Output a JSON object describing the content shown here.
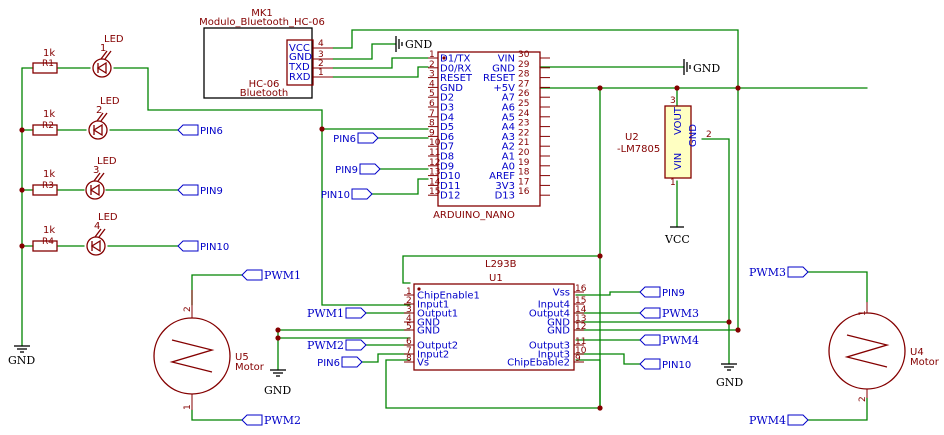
{
  "bluetooth": {
    "ref": "MK1",
    "value": "Modulo_Bluetooth_HC-06",
    "name1": "HC-06",
    "name2": "Bluetooth",
    "pins": [
      {
        "name": "VCC",
        "num": "4"
      },
      {
        "name": "GND",
        "num": "3"
      },
      {
        "name": "TXD",
        "num": "2"
      },
      {
        "name": "RXD",
        "num": "1"
      }
    ]
  },
  "arduino": {
    "value": "ARDUINO_NANO",
    "left_pins": [
      {
        "name": "D1/TX",
        "num": "1"
      },
      {
        "name": "D0/RX",
        "num": "2"
      },
      {
        "name": "RESET",
        "num": "3"
      },
      {
        "name": "GND",
        "num": "4"
      },
      {
        "name": "D2",
        "num": "5"
      },
      {
        "name": "D3",
        "num": "6"
      },
      {
        "name": "D4",
        "num": "7"
      },
      {
        "name": "D5",
        "num": "8"
      },
      {
        "name": "D6",
        "num": "9"
      },
      {
        "name": "D7",
        "num": "10"
      },
      {
        "name": "D8",
        "num": "11"
      },
      {
        "name": "D9",
        "num": "12"
      },
      {
        "name": "D10",
        "num": "13"
      },
      {
        "name": "D11",
        "num": "14"
      },
      {
        "name": "D12",
        "num": "15"
      }
    ],
    "right_pins": [
      {
        "name": "VIN",
        "num": "30"
      },
      {
        "name": "GND",
        "num": "29"
      },
      {
        "name": "RESET",
        "num": "28"
      },
      {
        "name": "+5V",
        "num": "27"
      },
      {
        "name": "A7",
        "num": "26"
      },
      {
        "name": "A6",
        "num": "25"
      },
      {
        "name": "A5",
        "num": "24"
      },
      {
        "name": "A4",
        "num": "23"
      },
      {
        "name": "A3",
        "num": "22"
      },
      {
        "name": "A2",
        "num": "21"
      },
      {
        "name": "A1",
        "num": "20"
      },
      {
        "name": "A0",
        "num": "19"
      },
      {
        "name": "AREF",
        "num": "18"
      },
      {
        "name": "3V3",
        "num": "17"
      },
      {
        "name": "D13",
        "num": "16"
      }
    ]
  },
  "driver": {
    "value": "L293B",
    "ref": "U1",
    "left_pins": [
      {
        "name": "ChipEnable1",
        "num": "1"
      },
      {
        "name": "Input1",
        "num": "2"
      },
      {
        "name": "Output1",
        "num": "3"
      },
      {
        "name": "GND",
        "num": "4"
      },
      {
        "name": "GND",
        "num": "5"
      },
      {
        "name": "Output2",
        "num": "6"
      },
      {
        "name": "Input2",
        "num": "7"
      },
      {
        "name": "Vs",
        "num": "8"
      }
    ],
    "right_pins": [
      {
        "name": "Vss",
        "num": "16"
      },
      {
        "name": "Input4",
        "num": "15"
      },
      {
        "name": "Output4",
        "num": "14"
      },
      {
        "name": "GND",
        "num": "13"
      },
      {
        "name": "GND",
        "num": "12"
      },
      {
        "name": "Output3",
        "num": "11"
      },
      {
        "name": "Input3",
        "num": "10"
      },
      {
        "name": "ChipEbable2",
        "num": "9"
      }
    ]
  },
  "regulator": {
    "ref": "U2",
    "value": "-LM7805",
    "pin_vout": "VOUT",
    "pin_gnd": "GND",
    "pin_vin": "VIN",
    "num_vout": "3",
    "num_gnd": "2",
    "num_vin": "1"
  },
  "resistors": [
    {
      "ref": "R1",
      "value": "1k"
    },
    {
      "ref": "R2",
      "value": "1k"
    },
    {
      "ref": "R3",
      "value": "1k"
    },
    {
      "ref": "R4",
      "value": "1k"
    }
  ],
  "leds": [
    {
      "name": "LED",
      "num": "1"
    },
    {
      "name": "LED",
      "num": "2"
    },
    {
      "name": "LED",
      "num": "3"
    },
    {
      "name": "LED",
      "num": "4"
    }
  ],
  "motors": [
    {
      "ref": "U5",
      "value": "Motor",
      "pin_top": "2",
      "pin_bottom": "1"
    },
    {
      "ref": "U4",
      "value": "Motor",
      "pin_top": "1",
      "pin_bottom": "2"
    }
  ],
  "power": {
    "gnd": "GND",
    "vcc": "VCC"
  },
  "net_labels": {
    "pin6": "PIN6",
    "pin9": "PIN9",
    "pin10": "PIN10",
    "pwm1": "PWM1",
    "pwm2": "PWM2",
    "pwm3": "PWM3",
    "pwm4": "PWM4"
  }
}
